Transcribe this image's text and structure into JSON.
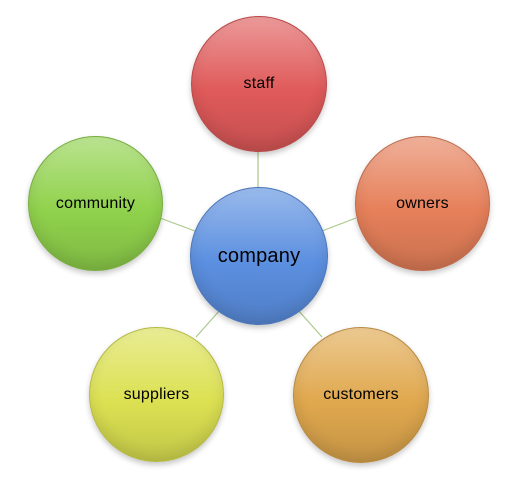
{
  "diagram": {
    "center": {
      "label": "company",
      "color": "#5b8fe0"
    },
    "nodes": [
      {
        "id": "staff",
        "label": "staff",
        "color": "#e05a5a"
      },
      {
        "id": "owners",
        "label": "owners",
        "color": "#e6805a"
      },
      {
        "id": "community",
        "label": "community",
        "color": "#90d24c"
      },
      {
        "id": "suppliers",
        "label": "suppliers",
        "color": "#dce152"
      },
      {
        "id": "customers",
        "label": "customers",
        "color": "#e0a84e"
      }
    ],
    "connector_color": "#a9c98a"
  }
}
